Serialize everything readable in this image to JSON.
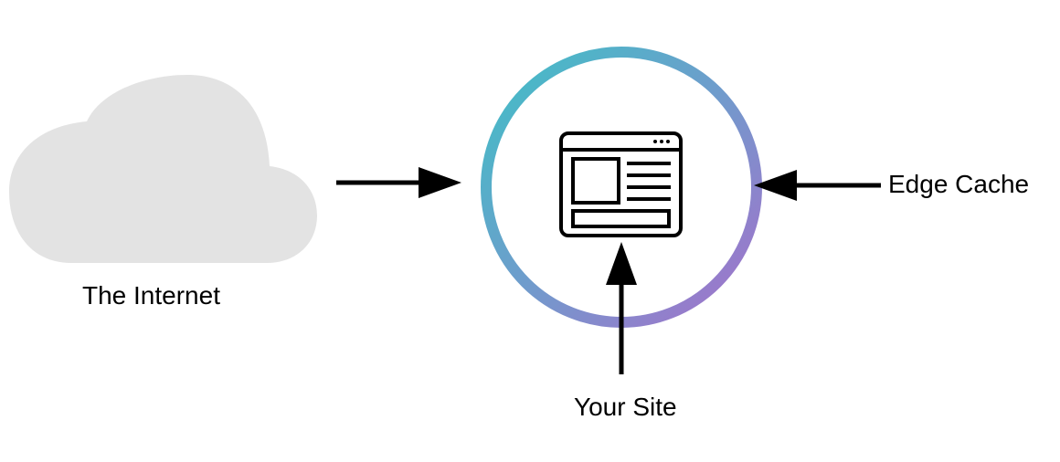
{
  "labels": {
    "internet": "The Internet",
    "edge_cache": "Edge Cache",
    "your_site": "Your Site"
  },
  "colors": {
    "cloud": "#e3e3e3",
    "ring_start": "#3fc0c6",
    "ring_end": "#a66fcb",
    "arrow": "#000000",
    "icon": "#000000"
  },
  "icons": {
    "internet": "cloud-icon",
    "site": "browser-window-icon"
  }
}
